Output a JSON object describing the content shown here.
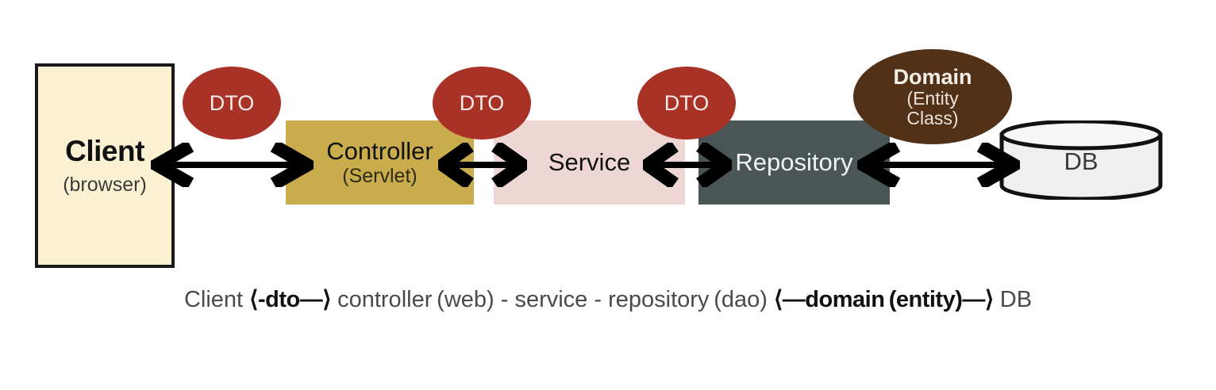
{
  "diagram": {
    "title": "Layered architecture data flow",
    "colors": {
      "client_fill": "#FAF0D2",
      "client_border": "#1a1a1a",
      "controller_fill": "#C9AC4C",
      "service_fill": "#EDD6D3",
      "repository_fill": "#4A5656",
      "dto_fill": "#A93226",
      "domain_fill": "#523119",
      "db_fill": "#EFEFEF",
      "arrow_color": "#000000",
      "background": "#FFFFFF"
    },
    "nodes": {
      "client": {
        "title": "Client",
        "sub": "(browser)",
        "shape": "rectangle"
      },
      "controller": {
        "title": "Controller",
        "sub": "(Servlet)",
        "shape": "rectangle"
      },
      "service": {
        "title": "Service",
        "sub": "",
        "shape": "rectangle"
      },
      "repository": {
        "title": "Repository",
        "sub": "",
        "shape": "rectangle"
      },
      "db": {
        "title": "DB",
        "shape": "cylinder"
      }
    },
    "labels": {
      "dto_1": "DTO",
      "dto_2": "DTO",
      "dto_3": "DTO",
      "domain_title": "Domain",
      "domain_sub_1": "(Entity",
      "domain_sub_2": "Class)"
    },
    "connectors": [
      {
        "from": "client",
        "to": "controller",
        "type": "double-arrow",
        "carries": "DTO"
      },
      {
        "from": "controller",
        "to": "service",
        "type": "double-arrow",
        "carries": "DTO"
      },
      {
        "from": "service",
        "to": "repository",
        "type": "double-arrow",
        "carries": "DTO"
      },
      {
        "from": "repository",
        "to": "db",
        "type": "double-arrow",
        "carries": "Domain (Entity Class)"
      }
    ],
    "caption": {
      "part_1": "Client ",
      "part_2": "⟨-dto—⟩",
      "part_3": " controller (web) - service - repository (dao) ",
      "part_4": "⟨—domain (entity)—⟩",
      "part_5": " DB"
    }
  }
}
